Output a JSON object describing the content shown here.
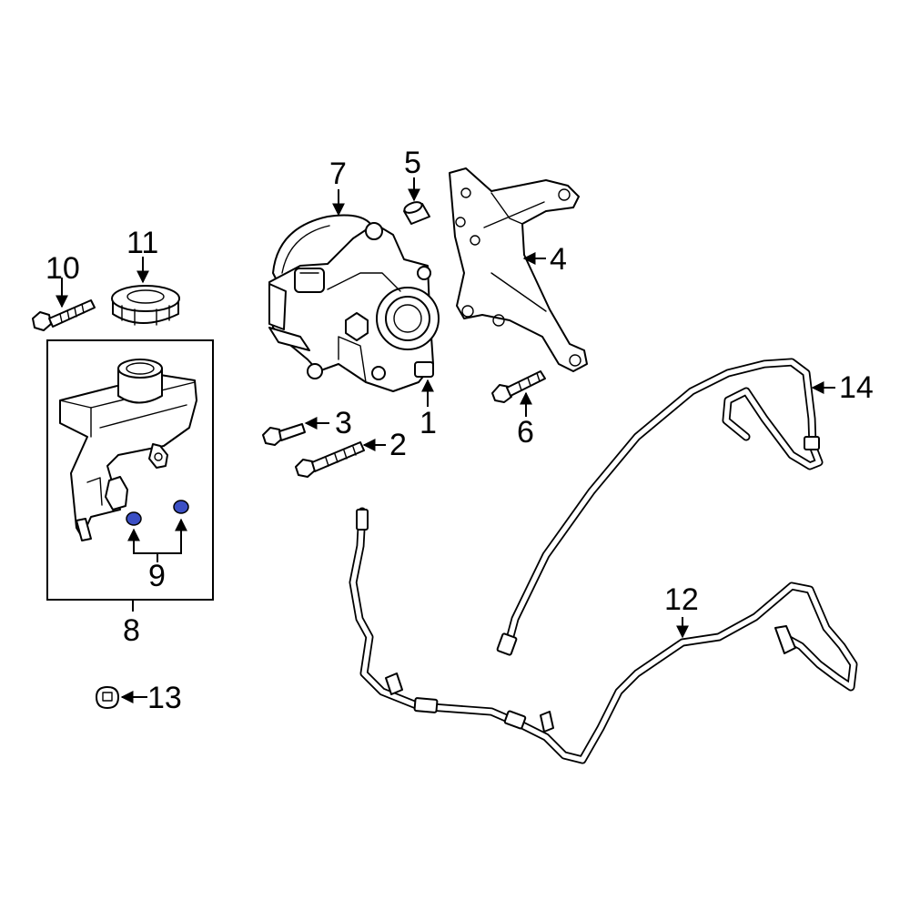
{
  "diagram": {
    "callouts": {
      "c1": "1",
      "c2": "2",
      "c3": "3",
      "c4": "4",
      "c5": "5",
      "c6": "6",
      "c7": "7",
      "c8": "8",
      "c9": "9",
      "c10": "10",
      "c11": "11",
      "c12": "12",
      "c13": "13",
      "c14": "14"
    },
    "colors": {
      "line": "#000000",
      "seal_highlight": "#3b4fc4",
      "background": "#ffffff"
    }
  }
}
